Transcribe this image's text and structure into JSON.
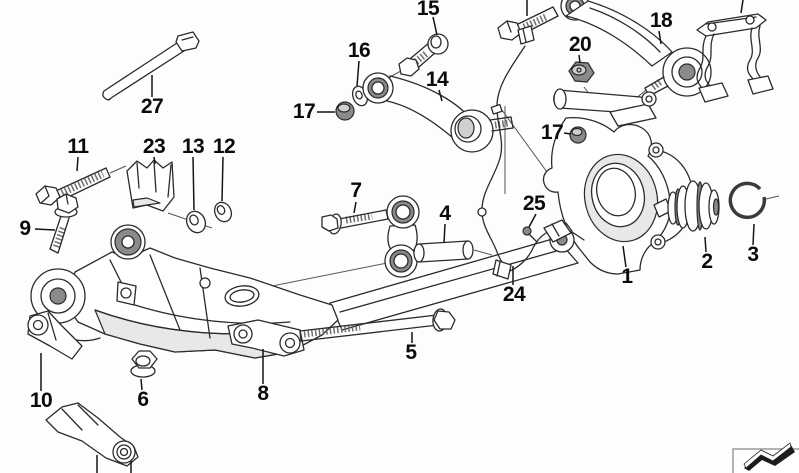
{
  "diagram": {
    "kind": "exploded-parts-line-drawing",
    "subject": "rear-axle-wheel-suspension",
    "part_labels": [
      "1",
      "2",
      "3",
      "4",
      "5",
      "6",
      "7",
      "8",
      "9",
      "10",
      "11",
      "12",
      "13",
      "14",
      "15",
      "16",
      "17",
      "18",
      "20",
      "23",
      "24",
      "25",
      "27"
    ],
    "duplicate_labels": [
      "17"
    ]
  },
  "labels": [
    {
      "text": "27"
    },
    {
      "text": "15"
    },
    {
      "text": "16"
    },
    {
      "text": "17"
    },
    {
      "text": "14"
    },
    {
      "text": "18"
    },
    {
      "text": "20"
    },
    {
      "text": "17"
    },
    {
      "text": "25"
    },
    {
      "text": "24"
    },
    {
      "text": "1"
    },
    {
      "text": "2"
    },
    {
      "text": "3"
    },
    {
      "text": "11"
    },
    {
      "text": "23"
    },
    {
      "text": "13"
    },
    {
      "text": "12"
    },
    {
      "text": "9"
    },
    {
      "text": "7"
    },
    {
      "text": "4"
    },
    {
      "text": "5"
    },
    {
      "text": "8"
    },
    {
      "text": "6"
    },
    {
      "text": "10"
    }
  ],
  "icons": {
    "logo-mark": "zigzag-3d-ribbon"
  },
  "colors": {
    "background": "#fdfdfd",
    "line": "#2b2b2b",
    "label_text": "#0b0b0b",
    "shade_light": "#e8e8e8",
    "shade_mid": "#cfcfcf",
    "shade_dark": "#8a8a8a",
    "logo_fill": "#1c1c1c",
    "logo_box_border": "#9a9a9a"
  }
}
